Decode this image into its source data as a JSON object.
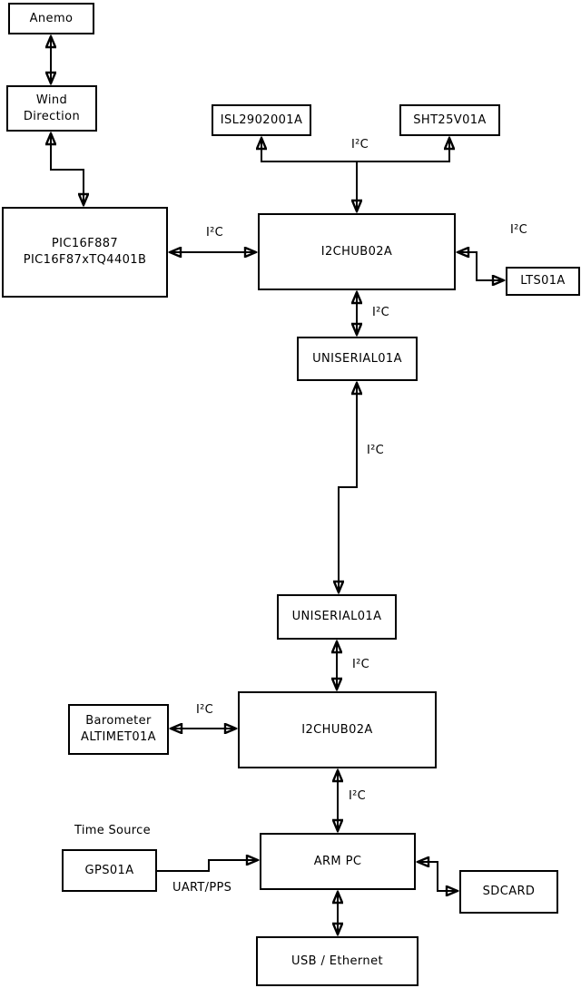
{
  "diagram": {
    "boxes": {
      "anemo": "Anemo",
      "wind_direction": "Wind\nDirection",
      "pic": "PIC16F887\nPIC16F87xTQ4401B",
      "isl": "ISL2902001A",
      "sht": "SHT25V01A",
      "hub1": "I2CHUB02A",
      "lts": "LTS01A",
      "uniserial1": "UNISERIAL01A",
      "uniserial2": "UNISERIAL01A",
      "hub2": "I2CHUB02A",
      "barometer": "Barometer\nALTIMET01A",
      "gps": "GPS01A",
      "armpc": "ARM PC",
      "sdcard": "SDCARD",
      "usb": "USB / Ethernet"
    },
    "edge_labels": {
      "i2c_pic_hub1": "I²C",
      "i2c_sensors": "I²C",
      "i2c_lts": "I²C",
      "i2c_hub1_uniserial1": "I²C",
      "i2c_uniserial_link": "I²C",
      "i2c_uniserial2_hub2": "I²C",
      "i2c_barometer": "I²C",
      "i2c_hub2_armpc": "I²C",
      "time_source": "Time Source",
      "uart_pps": "UART/PPS"
    },
    "connections": [
      {
        "from": "Anemo",
        "to": "Wind Direction",
        "bidirectional": true,
        "label": ""
      },
      {
        "from": "Wind Direction",
        "to": "PIC16F887 PIC16F87xTQ4401B",
        "bidirectional": true,
        "label": ""
      },
      {
        "from": "PIC16F887 PIC16F87xTQ4401B",
        "to": "I2CHUB02A (upper)",
        "bidirectional": true,
        "label": "I²C"
      },
      {
        "from": "I2CHUB02A (upper)",
        "to": "ISL2902001A",
        "bidirectional": false,
        "label": "I²C"
      },
      {
        "from": "I2CHUB02A (upper)",
        "to": "SHT25V01A",
        "bidirectional": false,
        "label": "I²C"
      },
      {
        "from": "I2CHUB02A (upper)",
        "to": "LTS01A",
        "bidirectional": true,
        "label": "I²C"
      },
      {
        "from": "I2CHUB02A (upper)",
        "to": "UNISERIAL01A (upper)",
        "bidirectional": true,
        "label": "I²C"
      },
      {
        "from": "UNISERIAL01A (upper)",
        "to": "UNISERIAL01A (lower)",
        "bidirectional": true,
        "label": "I²C"
      },
      {
        "from": "UNISERIAL01A (lower)",
        "to": "I2CHUB02A (lower)",
        "bidirectional": true,
        "label": "I²C"
      },
      {
        "from": "Barometer ALTIMET01A",
        "to": "I2CHUB02A (lower)",
        "bidirectional": true,
        "label": "I²C"
      },
      {
        "from": "I2CHUB02A (lower)",
        "to": "ARM PC",
        "bidirectional": true,
        "label": "I²C"
      },
      {
        "from": "GPS01A",
        "to": "ARM PC",
        "bidirectional": false,
        "label": "UART/PPS"
      },
      {
        "from": "ARM PC",
        "to": "SDCARD",
        "bidirectional": true,
        "label": ""
      },
      {
        "from": "ARM PC",
        "to": "USB / Ethernet",
        "bidirectional": true,
        "label": ""
      }
    ],
    "colors": {
      "line": "#000000",
      "box_fill": "#ffffff",
      "background": "#ffffff",
      "text": "#000000"
    }
  }
}
